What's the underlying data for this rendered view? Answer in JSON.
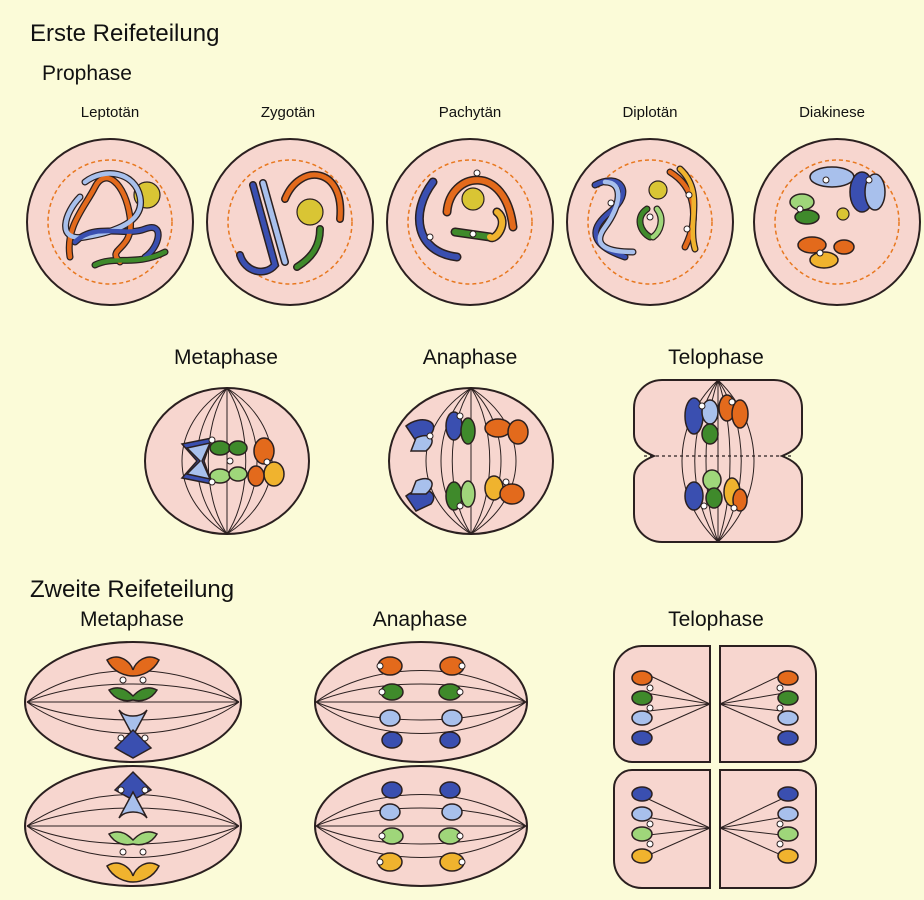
{
  "first_division": {
    "title": "Erste Reifeteilung",
    "prophase": {
      "title": "Prophase",
      "stages": [
        "Leptotän",
        "Zygotän",
        "Pachytän",
        "Diplotän",
        "Diakinese"
      ]
    },
    "phases": [
      "Metaphase",
      "Anaphase",
      "Telophase"
    ]
  },
  "second_division": {
    "title": "Zweite Reifeteilung",
    "phases": [
      "Metaphase",
      "Anaphase",
      "Telophase"
    ]
  },
  "colors": {
    "background": "#fbfbd8",
    "cell": "#f7d6cf",
    "outline": "#2b2020",
    "orange": "#e36a1c",
    "green": "#3f8a2b",
    "light_green": "#9fd67a",
    "dark_blue": "#3a4fb0",
    "light_blue": "#a8c0ec",
    "yellow": "#f0b32e",
    "nucleolus": "#d9c534"
  }
}
